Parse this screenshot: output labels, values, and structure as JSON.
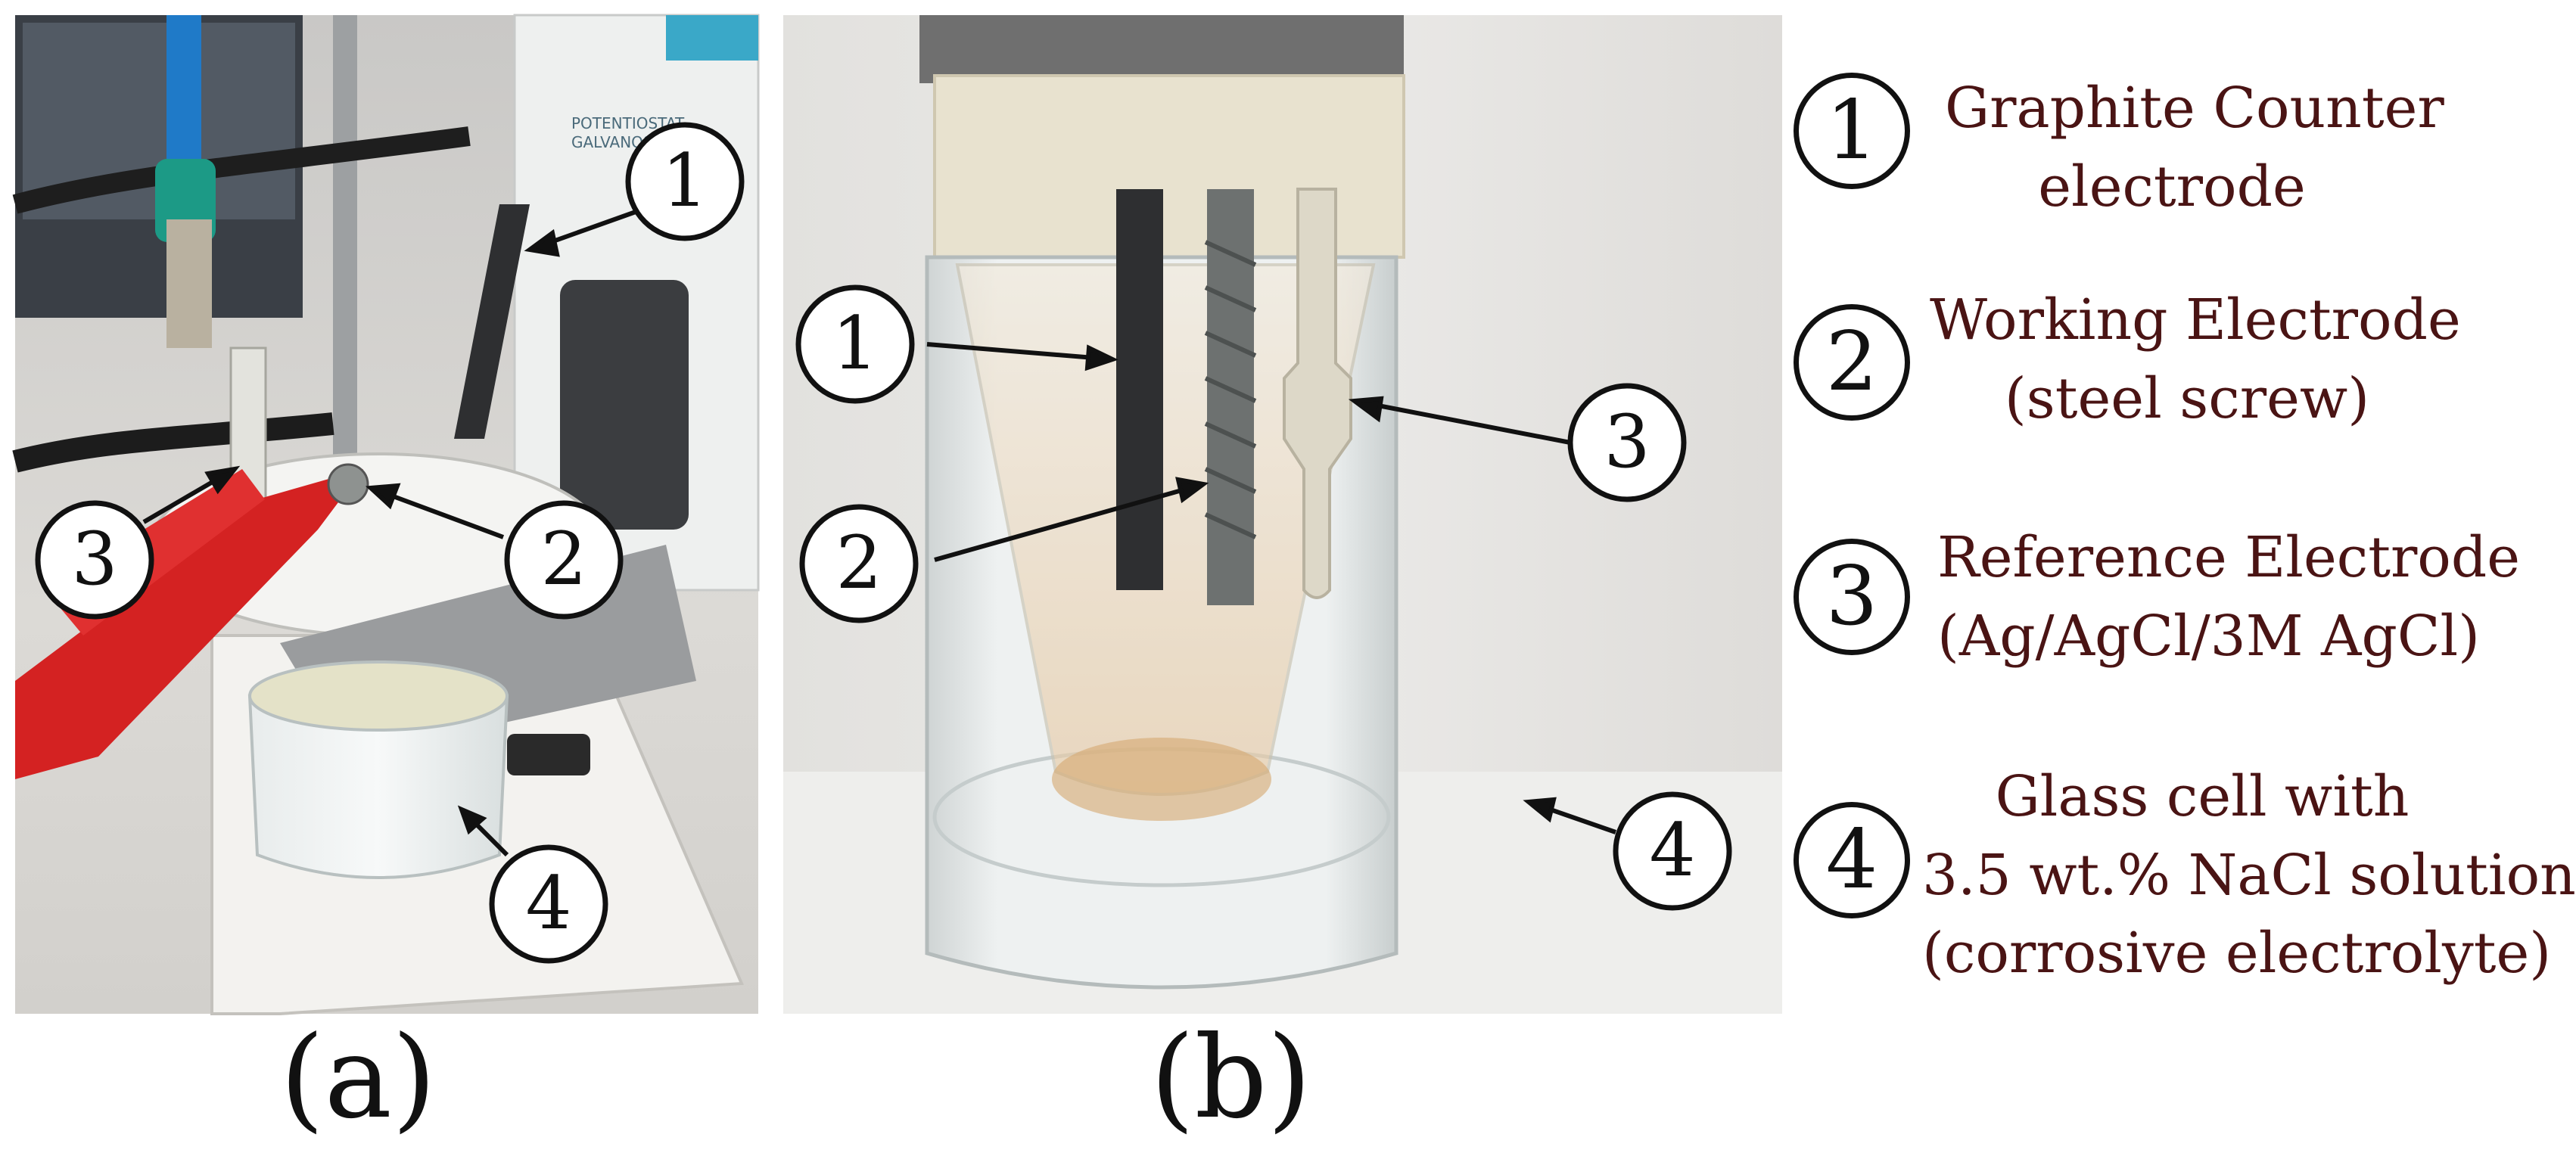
{
  "panels": [
    {
      "label": "(a)"
    },
    {
      "label": "(b)"
    }
  ],
  "callouts": [
    "1",
    "2",
    "3",
    "4"
  ],
  "legend": [
    {
      "number": "1",
      "lines": [
        "Graphite Counter",
        "electrode"
      ]
    },
    {
      "number": "2",
      "lines": [
        "Working Electrode",
        "(steel screw)"
      ]
    },
    {
      "number": "3",
      "lines": [
        "Reference Electrode",
        "(Ag/AgCl/3M AgCl)"
      ]
    },
    {
      "number": "4",
      "lines": [
        "Glass cell with",
        "3.5 wt.% NaCl solution",
        "(corrosive electrolyte)"
      ]
    }
  ],
  "colors": {
    "legend_text": "#4a1414",
    "clip_red": "#d42222",
    "graphite": "#2e2f31",
    "steel_screw": "#6d7170",
    "reference_electrode": "#ddd8c8"
  },
  "photo_a_device_text": [
    "POTENTIOSTAT",
    "GALVANOSTAT"
  ]
}
